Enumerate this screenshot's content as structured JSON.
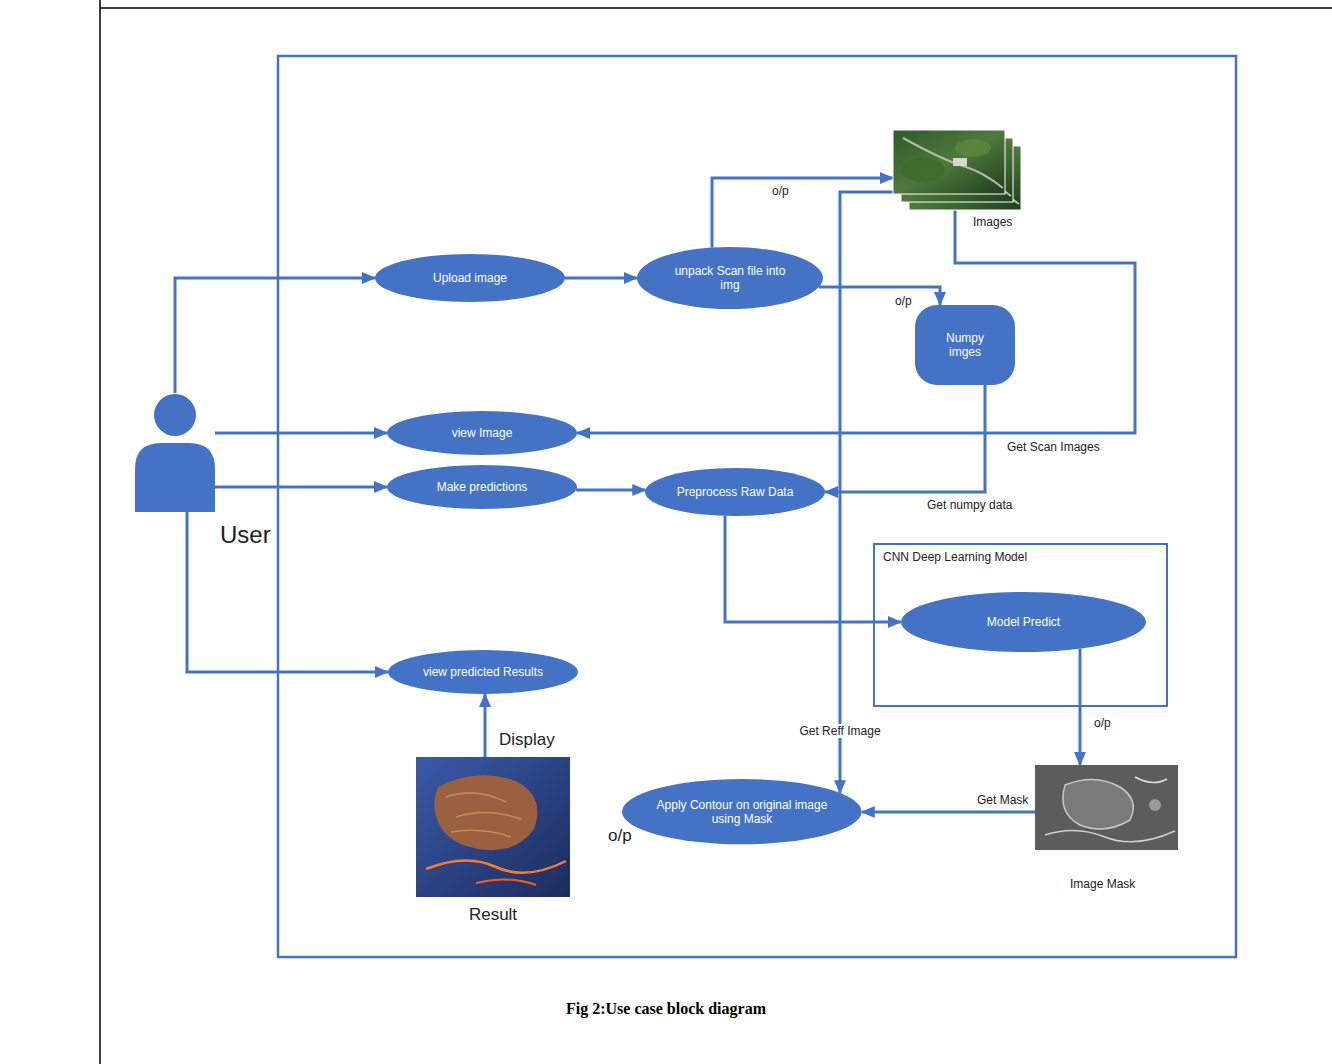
{
  "diagram": {
    "caption": "Fig 2:Use case block diagram",
    "nodes": [
      {
        "text": [
          "User"
        ]
      },
      {
        "text": [
          "Upload image"
        ]
      },
      {
        "text": [
          "unpack Scan file into img"
        ]
      },
      {
        "text": [
          "Images"
        ]
      },
      {
        "text": [
          "Numpy imges"
        ]
      },
      {
        "text": [
          "view Image"
        ]
      },
      {
        "text": [
          "Make predictions"
        ]
      },
      {
        "text": [
          "Preprocess Raw Data"
        ]
      },
      {
        "text": [
          "CNN Deep Learning Model"
        ]
      },
      {
        "text": [
          "Model Predict"
        ],
        "in": 8
      },
      {
        "text": [
          "view predicted Results"
        ]
      },
      {
        "text": [
          "Result"
        ]
      },
      {
        "text": [
          "Apply Contour on original image using Mask"
        ]
      },
      {
        "text": [
          "Image Mask"
        ]
      }
    ],
    "edges": [
      {
        "from": 0,
        "to": 1,
        "arrow": "to"
      },
      {
        "from": 0,
        "to": 5,
        "arrow": "to"
      },
      {
        "from": 0,
        "to": 6,
        "arrow": "to"
      },
      {
        "from": 0,
        "to": 10,
        "arrow": "to"
      },
      {
        "from": 1,
        "to": 2,
        "arrow": "to"
      },
      {
        "from": 2,
        "to": 3,
        "label": "o/p",
        "arrow": "to"
      },
      {
        "from": 2,
        "to": 4,
        "label": "o/p",
        "arrow": "to"
      },
      {
        "from": 3,
        "to": 5,
        "label": "Get Scan Images",
        "arrow": "to"
      },
      {
        "from": 4,
        "to": 7,
        "label": "Get numpy data",
        "arrow": "to"
      },
      {
        "from": 6,
        "to": 7,
        "arrow": "to"
      },
      {
        "from": 7,
        "to": 9,
        "arrow": "to"
      },
      {
        "from": 9,
        "to": 13,
        "label": "o/p",
        "arrow": "to"
      },
      {
        "from": 13,
        "to": 12,
        "label": "Get Mask",
        "arrow": "to"
      },
      {
        "from": 3,
        "to": 12,
        "label": "Get Reff Image",
        "arrow": "to"
      },
      {
        "from": 11,
        "to": 10,
        "label": "Display",
        "arrow": "to"
      }
    ],
    "labels": [
      "o/p"
    ]
  }
}
